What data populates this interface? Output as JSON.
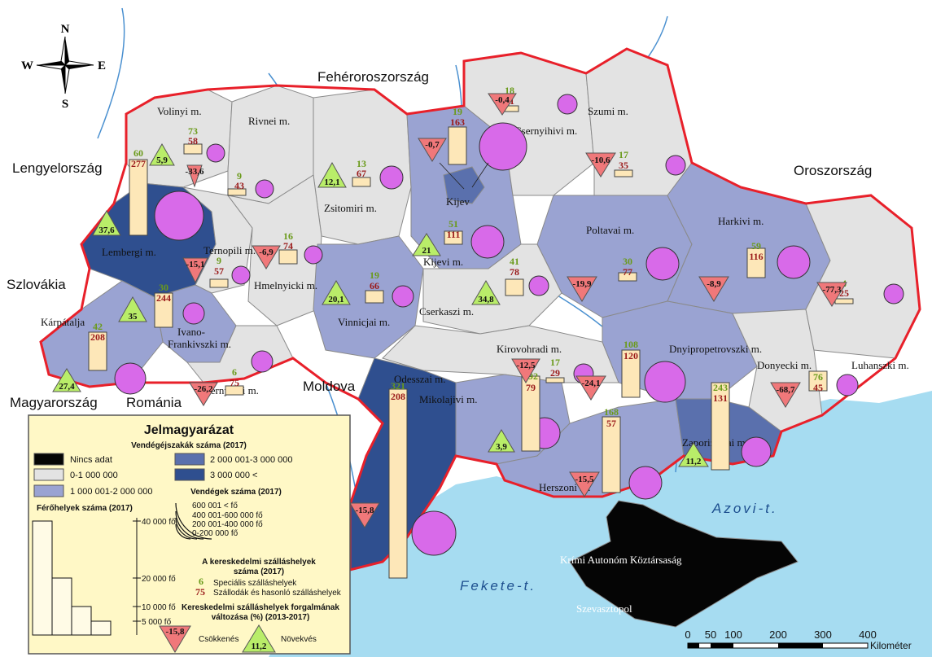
{
  "compass": {
    "n": "N",
    "s": "S",
    "e": "E",
    "w": "W"
  },
  "countries": {
    "belarus": "Fehéroroszország",
    "russia": "Oroszország",
    "poland": "Lengyelország",
    "slovakia": "Szlovákia",
    "hungary": "Magyarország",
    "romania": "Románia",
    "moldova": "Moldova"
  },
  "seas": {
    "azov": "Azovi-t.",
    "black": "Fekete-t."
  },
  "regions": {
    "volyn": "Volinyi m.",
    "rivne": "Rivnei m.",
    "lviv": "Lembergi m.",
    "ternopil": "Ternopili m.",
    "zhytomyr": "Zsitomiri m.",
    "khmelnytskyi": "Hmelnyicki m.",
    "ivano1": "Ivano-",
    "ivano2": "Frankivszki m.",
    "zakarpattia": "Kárpátalja",
    "chernivtsi": "Csernyivci m.",
    "vinnytsia": "Vinnicjai m.",
    "kyiv_city": "Kijev",
    "kyiv": "Kijevi m.",
    "chernihiv": "Csernyihivi m.",
    "sumy": "Szumi m.",
    "poltava": "Poltavai m.",
    "kharkiv": "Harkivi m.",
    "cherkasy": "Cserkaszi m.",
    "kirovohrad": "Kirovohradi m.",
    "dnipro": "Dnyipropetrovszki m.",
    "donetsk": "Donyecki m.",
    "luhansk": "Luhanszki m.",
    "odesa": "Odesszai m.",
    "mykolaiv": "Mikolajivi m.",
    "zaporizhzhia": "Zaporizzsjai m.",
    "kherson": "Herszoni m.",
    "crimea": "Krími Autonóm Köztársaság",
    "sevastopol": "Szevasztopol"
  },
  "stats": {
    "lviv": {
      "spec": "60",
      "hotels": "277",
      "change": "5,9"
    },
    "lviv_region": {
      "change": "37,6"
    },
    "volyn": {
      "spec": "73",
      "hotels": "58",
      "change": "-33,6"
    },
    "rivne": {
      "spec": "9",
      "hotels": "43"
    },
    "zhytomyr": {
      "spec": "13",
      "hotels": "67",
      "change": "12,1"
    },
    "ternopil": {
      "spec": "9",
      "hotels": "57",
      "change": "-15,1"
    },
    "khmelnytskyi": {
      "spec": "16",
      "hotels": "74",
      "change": "-6,9"
    },
    "ivano": {
      "spec": "30",
      "hotels": "244",
      "change": "35"
    },
    "zakarpattia": {
      "spec": "42",
      "hotels": "208",
      "change": "27,4"
    },
    "chernivtsi": {
      "spec": "6",
      "hotels": "75",
      "change": "-26,2"
    },
    "vinnytsia": {
      "spec": "19",
      "hotels": "66",
      "change": "20,1"
    },
    "kyiv_city": {
      "spec": "19",
      "hotels": "163",
      "change": "-0,7"
    },
    "chernihiv": {
      "spec": "18",
      "hotels": "31",
      "change": "-0,4"
    },
    "sumy": {
      "spec": "17",
      "hotels": "35",
      "change": "-10,6"
    },
    "kyiv": {
      "spec": "51",
      "hotels": "111",
      "change": "21"
    },
    "cherkasy": {
      "spec": "41",
      "hotels": "78",
      "change": "34,8"
    },
    "poltava": {
      "spec": "30",
      "hotels": "77",
      "change": "-19,9"
    },
    "kharkiv": {
      "spec": "59",
      "hotels": "116",
      "change": "-8,9"
    },
    "luhansk": {
      "spec": "4",
      "hotels": "25",
      "change": "-77,3"
    },
    "kirovohrad": {
      "spec": "17",
      "hotels": "29",
      "change": "-12,5"
    },
    "dnipro": {
      "spec": "108",
      "hotels": "120",
      "change": "-24,1"
    },
    "donetsk": {
      "spec": "76",
      "hotels": "45",
      "change": "-68,7"
    },
    "zaporizhzhia": {
      "spec": "243",
      "hotels": "131",
      "change": "11,2"
    },
    "odesa": {
      "spec": "321",
      "hotels": "208",
      "change": "-15,8"
    },
    "mykolaiv": {
      "spec": "192",
      "hotels": "79",
      "change": "3,9"
    },
    "kherson": {
      "spec": "168",
      "hotels": "57",
      "change": "-15,5"
    }
  },
  "legend": {
    "title": "Jelmagyarázat",
    "nights_title": "Vendégéjszakák száma (2017)",
    "no_data": "Nincs adat",
    "c1": "0-1 000 000",
    "c2": "1 000 001-2 000 000",
    "c3": "2 000 001-3 000 000",
    "c4": "3 000 000 <",
    "guests_title": "Vendégek száma (2017)",
    "g1": "600 001 < fő",
    "g2": "400 001-600 000 fő",
    "g3": "200 001-400 000 fő",
    "g4": "0-200 000 fő",
    "beds_title": "Férőhelyek száma (2017)",
    "b1": "40 000 fő",
    "b2": "20 000 fő",
    "b3": "10 000 fő",
    "b4": "5 000 fő",
    "acc_title1": "A kereskedelmi szálláshelyek",
    "acc_title2": "száma (2017)",
    "acc_spec_val": "6",
    "acc_hotel_val": "75",
    "acc_spec": "Speciális szálláshelyek",
    "acc_hotel": "Szállodák és hasonló szálláshelyek",
    "chg_title1": "Kereskedelmi szálláshelyek forgalmának",
    "chg_title2": "változása (%) (2013-2017)",
    "dec_val": "-15,8",
    "dec_label": "Csökkenés",
    "inc_val": "11,2",
    "inc_label": "Növekvés"
  },
  "scale": {
    "t0": "0",
    "t1": "50",
    "t2": "100",
    "t3": "200",
    "t4": "300",
    "t5": "400",
    "unit": "Kilométer"
  },
  "colors": {
    "c0": "#e3e3e3",
    "c1": "#9aa3d2",
    "c2": "#5a70ad",
    "c3": "#2f4f8f",
    "sea": "#a6dcf1",
    "border": "#e8202a",
    "bubble": "#d86ae9",
    "bar": "#fde7b8",
    "legend_bg": "#fff8c6"
  }
}
